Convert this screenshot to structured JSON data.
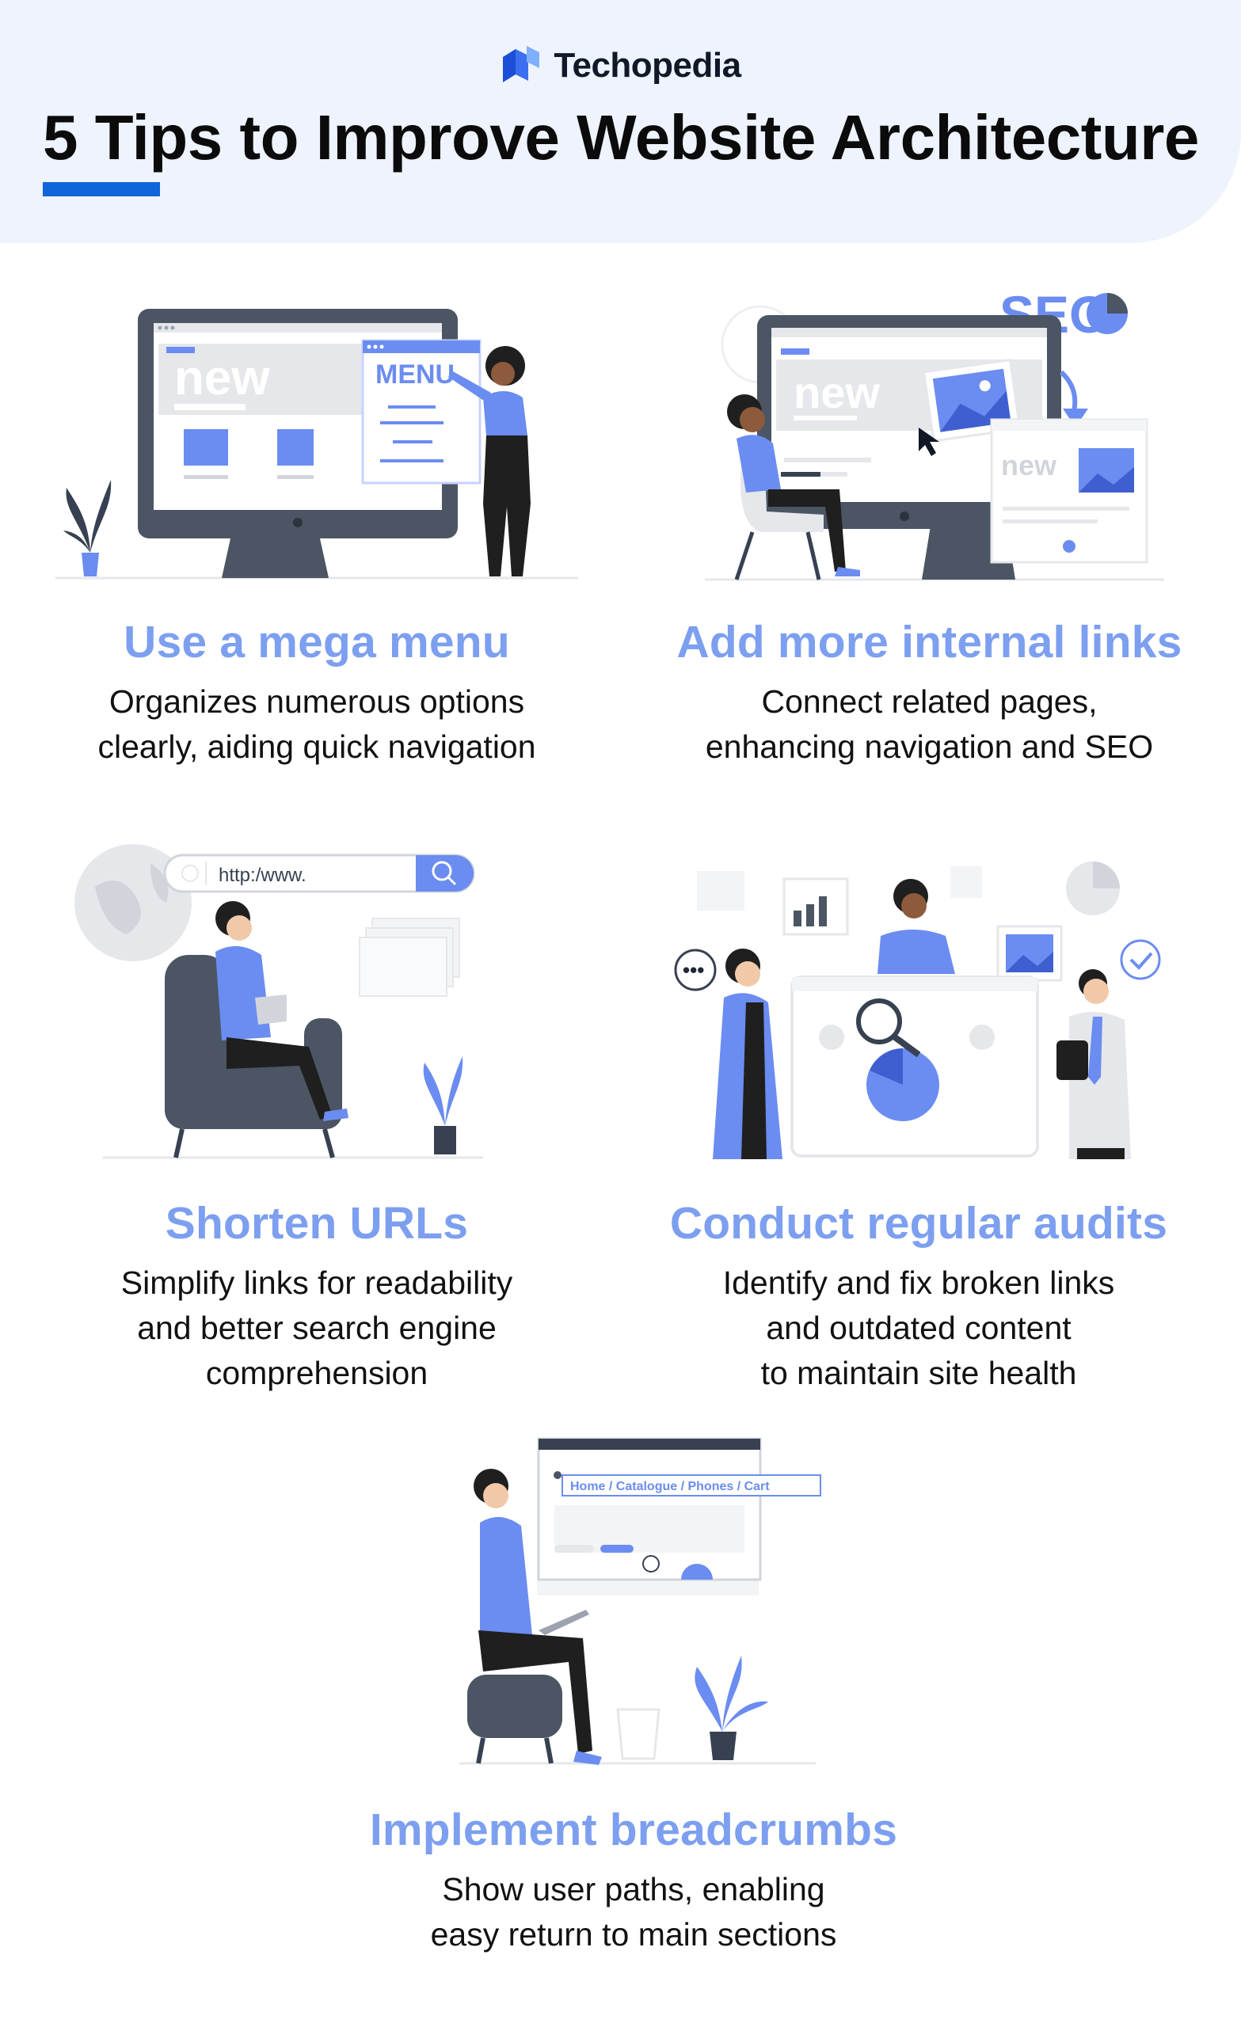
{
  "brand": {
    "name": "Techopedia"
  },
  "title": "5 Tips to Improve Website Architecture",
  "tips": [
    {
      "title": "Use a mega menu",
      "description": "Organizes numerous options\nclearly, aiding quick navigation",
      "illustration": {
        "screen_word": "new",
        "menu_label": "MENU"
      }
    },
    {
      "title": "Add more internal links",
      "description": "Connect related pages,\nenhancing navigation and SEO",
      "illustration": {
        "badge": "SEO",
        "screen_word": "new",
        "popup_word": "new"
      }
    },
    {
      "title": "Shorten URLs",
      "description": "Simplify links for readability\nand better search engine\ncomprehension",
      "illustration": {
        "url_text": "http:/www."
      }
    },
    {
      "title": "Conduct regular audits",
      "description": "Identify and fix broken links\nand outdated content\nto maintain site health",
      "illustration": {
        "bubble_text": "•••"
      }
    },
    {
      "title": "Implement breadcrumbs",
      "description": "Show user paths, enabling\neasy return to main sections",
      "illustration": {
        "breadcrumb_text": "Home / Catalogue / Phones / Cart"
      }
    }
  ],
  "colors": {
    "accent": "#7d9ff0",
    "illustration_blue": "#6b8cf0",
    "underline": "#1066d8",
    "dark": "#4b5563",
    "header_bg": "#eef3fd"
  }
}
